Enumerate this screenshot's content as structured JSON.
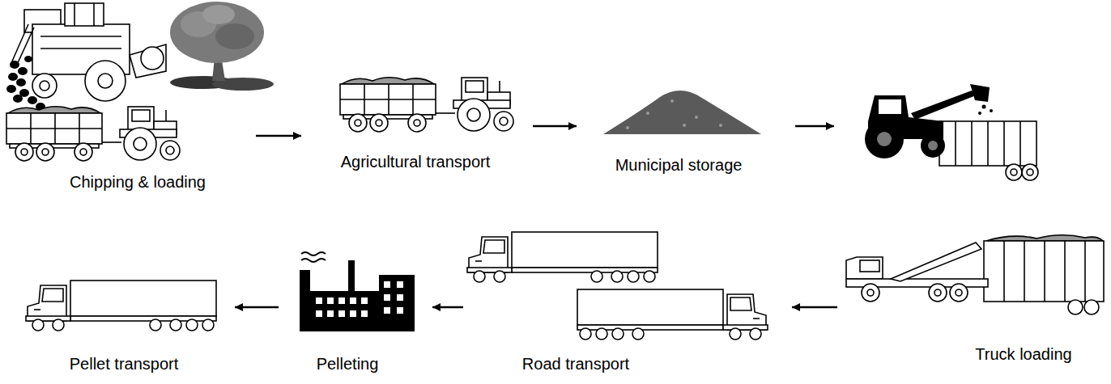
{
  "diagram": {
    "nodes": [
      {
        "text": [
          "Chipping & loading"
        ]
      },
      {
        "text": [
          "Agricultural transport"
        ]
      },
      {
        "text": [
          "Municipal storage"
        ]
      },
      {
        "text": [
          "Truck loading"
        ]
      },
      {
        "text": [
          "Road transport"
        ]
      },
      {
        "text": [
          "Pelleting"
        ]
      },
      {
        "text": [
          "Pellet transport"
        ]
      }
    ],
    "edges": [
      {
        "from": 0,
        "to": 1,
        "arrow": "to"
      },
      {
        "from": 1,
        "to": 2,
        "arrow": "to"
      },
      {
        "from": 3,
        "to": 4,
        "arrow": "to"
      },
      {
        "from": 4,
        "to": 5,
        "arrow": "to"
      },
      {
        "from": 5,
        "to": 6,
        "arrow": "to"
      }
    ]
  }
}
